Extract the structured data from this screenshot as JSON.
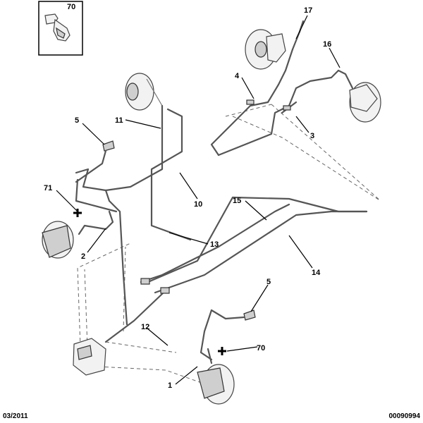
{
  "labels": {
    "p70_top": "70",
    "p17": "17",
    "p16": "16",
    "p4": "4",
    "p3": "3",
    "p5_top": "5",
    "p11": "11",
    "p71": "71",
    "p10": "10",
    "p15": "15",
    "p13": "13",
    "p2": "2",
    "p14": "14",
    "p5_bottom": "5",
    "p12": "12",
    "p70_bottom": "70",
    "p1": "1"
  },
  "footer": {
    "date": "03/2011",
    "reference": "00090994"
  }
}
